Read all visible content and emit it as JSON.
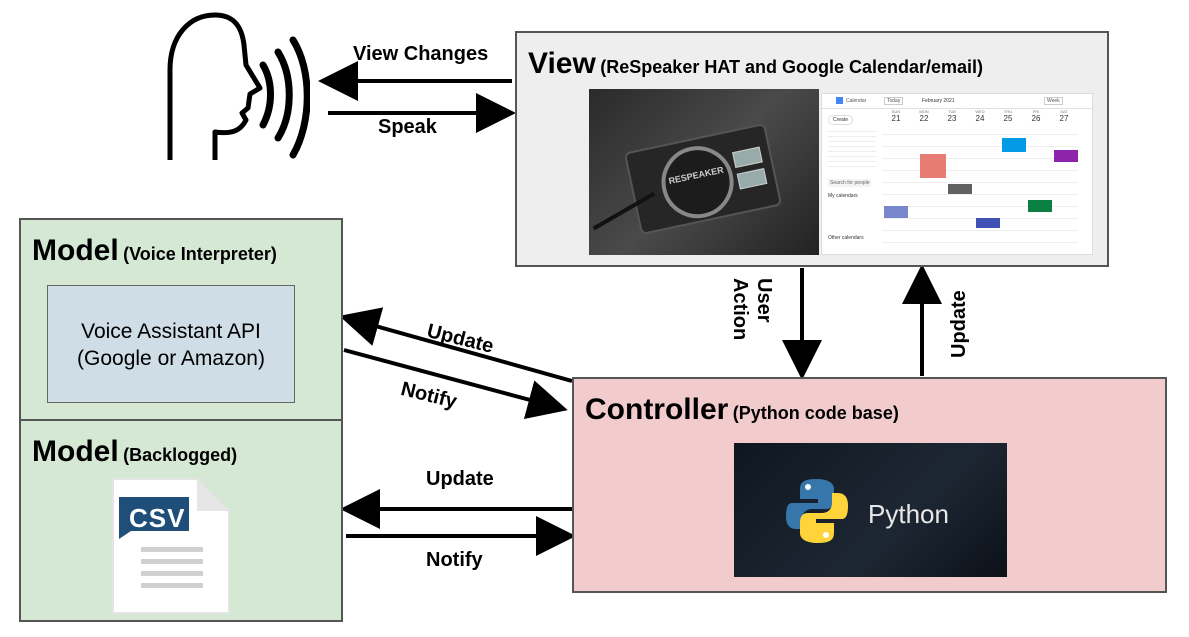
{
  "view": {
    "title": "View",
    "subtitle": "(ReSpeaker HAT and Google Calendar/email)"
  },
  "model1": {
    "title": "Model",
    "subtitle": "(Voice Interpreter)",
    "api_line1": "Voice Assistant API",
    "api_line2": "(Google or Amazon)"
  },
  "model2": {
    "title": "Model",
    "subtitle": "(Backlogged)",
    "csv_label": "CSV"
  },
  "controller": {
    "title": "Controller",
    "subtitle": "(Python code base)",
    "python_label": "Python"
  },
  "arrows": {
    "view_changes": "View Changes",
    "speak": "Speak",
    "user_action_1": "User",
    "user_action_2": "Action",
    "update_view": "Update",
    "update_model1": "Update",
    "notify_model1": "Notify",
    "update_model2": "Update",
    "notify_model2": "Notify"
  },
  "respeaker_label": "RESPEAKER",
  "calendar": {
    "app_name": "Calendar",
    "today": "Today",
    "month": "February 2021",
    "view_mode": "Week",
    "create": "Create",
    "days": [
      "SUN",
      "MON",
      "TUE",
      "WED",
      "THU",
      "FRI",
      "SAT"
    ],
    "dates": [
      "21",
      "22",
      "23",
      "24",
      "25",
      "26",
      "27"
    ],
    "my_calendars": "My calendars",
    "other_calendars": "Other calendars",
    "search_people": "Search for people"
  },
  "colors": {
    "view_bg": "#eeeeee",
    "model_bg": "#d5e8d4",
    "api_bg": "#cfdde6",
    "controller_bg": "#f2cccc"
  }
}
